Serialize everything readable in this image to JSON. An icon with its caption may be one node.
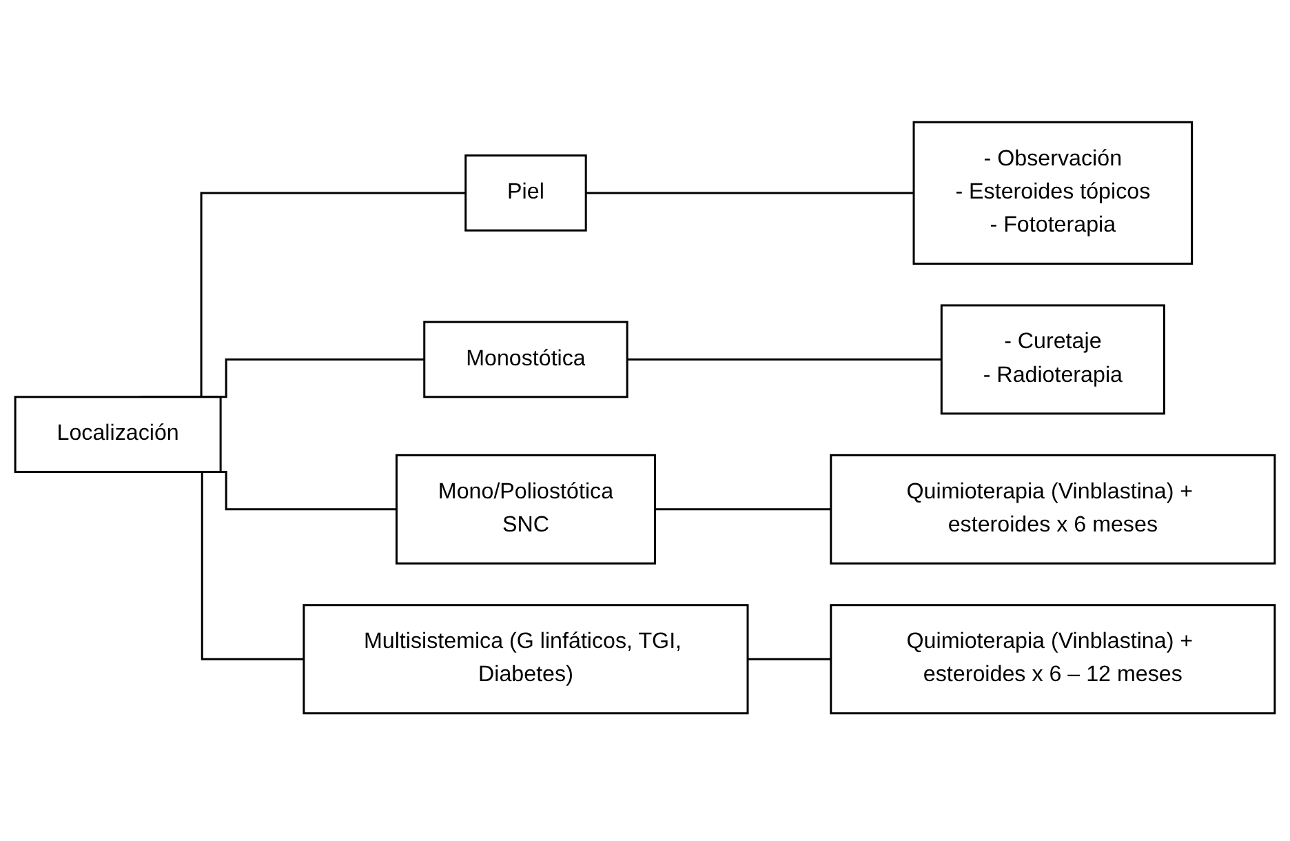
{
  "diagram": {
    "nodes": [
      {
        "text": [
          "Localización"
        ]
      },
      {
        "text": [
          "Piel"
        ]
      },
      {
        "text": [
          "- Observación",
          "- Esteroides tópicos",
          "- Fototerapia"
        ]
      },
      {
        "text": [
          "Monostótica"
        ]
      },
      {
        "text": [
          "- Curetaje",
          "- Radioterapia"
        ]
      },
      {
        "text": [
          "Mono/Poliostótica",
          "SNC"
        ]
      },
      {
        "text": [
          "Quimioterapia (Vinblastina) + esteroides x 6 meses"
        ]
      },
      {
        "text": [
          "Multisistemica (G linfáticos, TGI, Diabetes)"
        ]
      },
      {
        "text": [
          "Quimioterapia (Vinblastina) + esteroides x 6 – 12 meses"
        ]
      }
    ],
    "edges": [
      {
        "from": 0,
        "to": 1,
        "arrow": "none"
      },
      {
        "from": 0,
        "to": 3,
        "arrow": "none"
      },
      {
        "from": 0,
        "to": 5,
        "arrow": "none"
      },
      {
        "from": 0,
        "to": 7,
        "arrow": "none"
      },
      {
        "from": 1,
        "to": 2,
        "arrow": "none"
      },
      {
        "from": 3,
        "to": 4,
        "arrow": "none"
      },
      {
        "from": 5,
        "to": 6,
        "arrow": "none"
      },
      {
        "from": 7,
        "to": 8,
        "arrow": "none"
      }
    ]
  }
}
